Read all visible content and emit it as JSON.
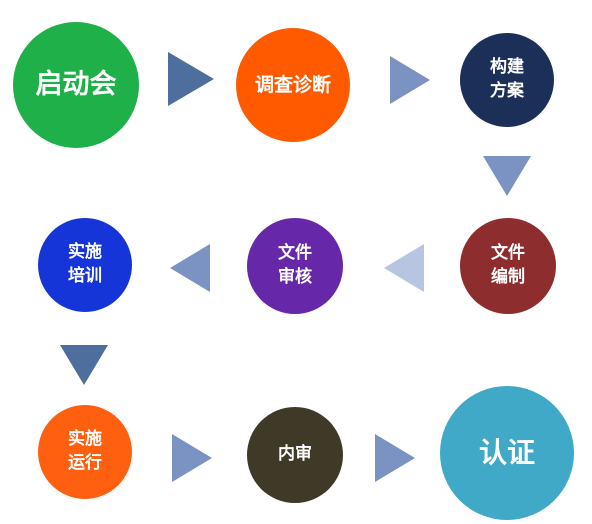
{
  "diagram": {
    "nodes": [
      {
        "id": "kickoff",
        "label": "启动会",
        "color": "#1fb04a"
      },
      {
        "id": "survey",
        "label": "调查诊断",
        "color": "#ff5a00"
      },
      {
        "id": "build-plan",
        "label": "构建\n方案",
        "color": "#1c2f58"
      },
      {
        "id": "doc-compile",
        "label": "文件\n编制",
        "color": "#8e2d2d"
      },
      {
        "id": "doc-review",
        "label": "文件\n审核",
        "color": "#6628a8"
      },
      {
        "id": "train",
        "label": "实施\n培训",
        "color": "#1535d8"
      },
      {
        "id": "run",
        "label": "实施\n运行",
        "color": "#ff6010"
      },
      {
        "id": "internal-audit",
        "label": "内审",
        "color": "#3f3a27"
      },
      {
        "id": "certify",
        "label": "认证",
        "color": "#41a9c8"
      }
    ],
    "arrow_colors": {
      "dark": "#4e6e9e",
      "medium": "#7b93c2",
      "light": "#b7c5e3"
    }
  }
}
